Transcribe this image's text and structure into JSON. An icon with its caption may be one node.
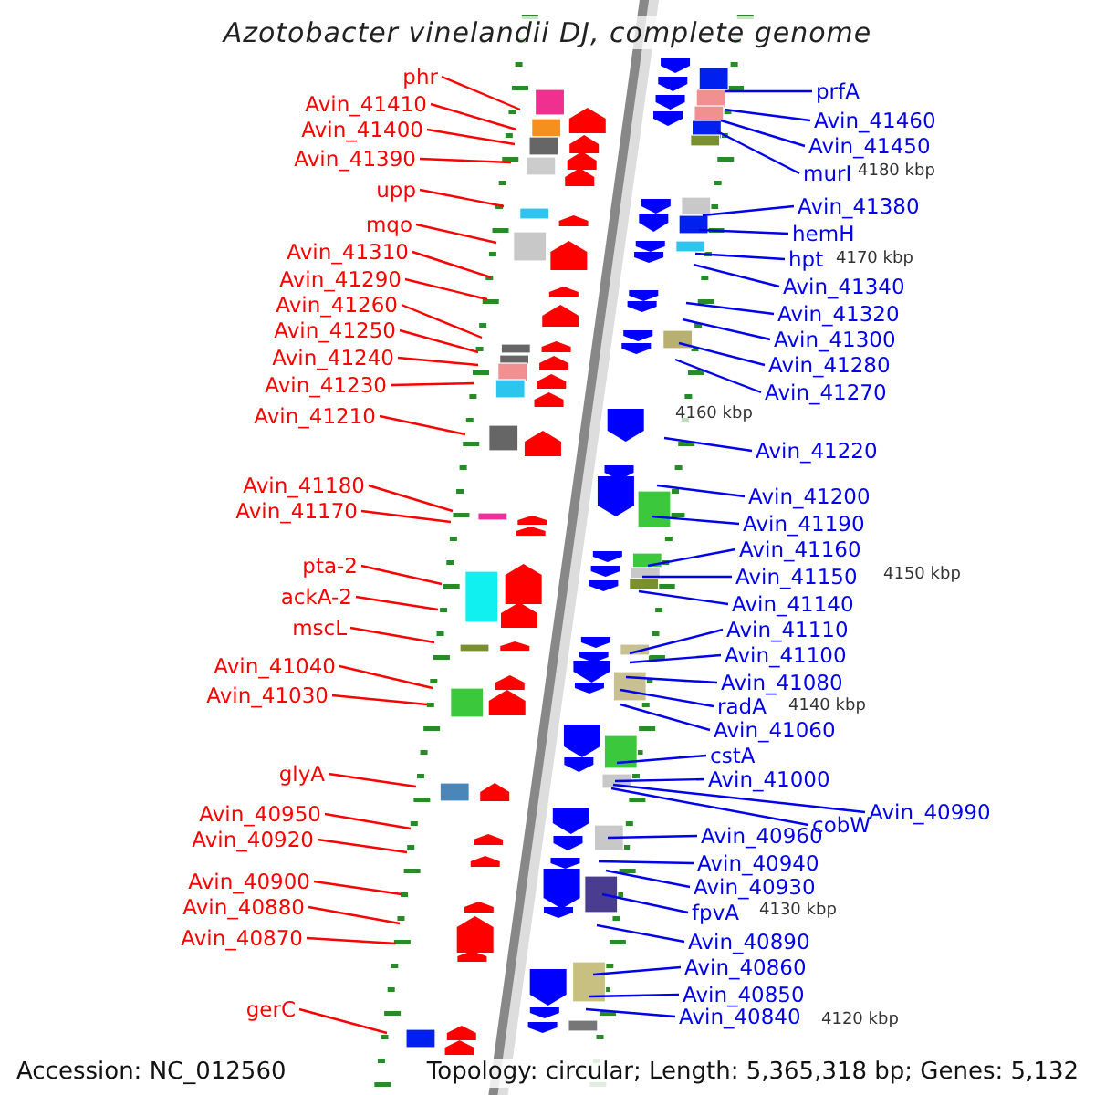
{
  "diagram": {
    "title": "Azotobacter vinelandii DJ, complete genome",
    "nodes": [
      {
        "text": [
          "phr"
        ]
      },
      {
        "text": [
          "Avin_41410"
        ]
      },
      {
        "text": [
          "Avin_41400"
        ]
      },
      {
        "text": [
          "Avin_41390"
        ]
      },
      {
        "text": [
          "upp"
        ]
      },
      {
        "text": [
          "mqo"
        ]
      },
      {
        "text": [
          "Avin_41310"
        ]
      },
      {
        "text": [
          "Avin_41290"
        ]
      },
      {
        "text": [
          "Avin_41260"
        ]
      },
      {
        "text": [
          "Avin_41250"
        ]
      },
      {
        "text": [
          "Avin_41240"
        ]
      },
      {
        "text": [
          "Avin_41230"
        ]
      },
      {
        "text": [
          "Avin_41210"
        ]
      },
      {
        "text": [
          "Avin_41180"
        ]
      },
      {
        "text": [
          "Avin_41170"
        ]
      },
      {
        "text": [
          "pta-2"
        ]
      },
      {
        "text": [
          "ackA-2"
        ]
      },
      {
        "text": [
          "mscL"
        ]
      },
      {
        "text": [
          "Avin_41040"
        ]
      },
      {
        "text": [
          "Avin_41030"
        ]
      },
      {
        "text": [
          "glyA"
        ]
      },
      {
        "text": [
          "Avin_40950"
        ]
      },
      {
        "text": [
          "Avin_40920"
        ]
      },
      {
        "text": [
          "Avin_40900"
        ]
      },
      {
        "text": [
          "Avin_40880"
        ]
      },
      {
        "text": [
          "Avin_40870"
        ]
      },
      {
        "text": [
          "gerC"
        ]
      },
      {
        "text": [
          "prfA"
        ]
      },
      {
        "text": [
          "Avin_41460"
        ]
      },
      {
        "text": [
          "Avin_41450"
        ]
      },
      {
        "text": [
          "murI"
        ]
      },
      {
        "text": [
          "Avin_41380"
        ]
      },
      {
        "text": [
          "hemH"
        ]
      },
      {
        "text": [
          "hpt"
        ]
      },
      {
        "text": [
          "Avin_41340"
        ]
      },
      {
        "text": [
          "Avin_41320"
        ]
      },
      {
        "text": [
          "Avin_41300"
        ]
      },
      {
        "text": [
          "Avin_41280"
        ]
      },
      {
        "text": [
          "Avin_41270"
        ]
      },
      {
        "text": [
          "Avin_41220"
        ]
      },
      {
        "text": [
          "Avin_41200"
        ]
      },
      {
        "text": [
          "Avin_41190"
        ]
      },
      {
        "text": [
          "Avin_41160"
        ]
      },
      {
        "text": [
          "Avin_41150"
        ]
      },
      {
        "text": [
          "Avin_41140"
        ]
      },
      {
        "text": [
          "Avin_41110"
        ]
      },
      {
        "text": [
          "Avin_41100"
        ]
      },
      {
        "text": [
          "Avin_41080"
        ]
      },
      {
        "text": [
          "radA"
        ]
      },
      {
        "text": [
          "Avin_41060"
        ]
      },
      {
        "text": [
          "cstA"
        ]
      },
      {
        "text": [
          "Avin_41000"
        ]
      },
      {
        "text": [
          "Avin_40990"
        ]
      },
      {
        "text": [
          "cobW"
        ]
      },
      {
        "text": [
          "Avin_40960"
        ]
      },
      {
        "text": [
          "Avin_40940"
        ]
      },
      {
        "text": [
          "Avin_40930"
        ]
      },
      {
        "text": [
          "fpvA"
        ]
      },
      {
        "text": [
          "Avin_40890"
        ]
      },
      {
        "text": [
          "Avin_40860"
        ]
      },
      {
        "text": [
          "Avin_40850"
        ]
      },
      {
        "text": [
          "Avin_40840"
        ]
      }
    ],
    "edges": [
      {
        "from": 0,
        "to": null,
        "arrow": "none",
        "color": "#ff0000"
      },
      {
        "from": 1,
        "to": null,
        "arrow": "none",
        "color": "#ff0000"
      },
      {
        "from": 2,
        "to": null,
        "arrow": "none",
        "color": "#ff0000"
      },
      {
        "from": 3,
        "to": null,
        "arrow": "none",
        "color": "#ff0000"
      },
      {
        "from": 4,
        "to": null,
        "arrow": "none",
        "color": "#ff0000"
      },
      {
        "from": 5,
        "to": null,
        "arrow": "none",
        "color": "#ff0000"
      },
      {
        "from": 6,
        "to": null,
        "arrow": "none",
        "color": "#ff0000"
      },
      {
        "from": 7,
        "to": null,
        "arrow": "none",
        "color": "#ff0000"
      },
      {
        "from": 8,
        "to": null,
        "arrow": "none",
        "color": "#ff0000"
      },
      {
        "from": 9,
        "to": null,
        "arrow": "none",
        "color": "#ff0000"
      },
      {
        "from": 10,
        "to": null,
        "arrow": "none",
        "color": "#ff0000"
      },
      {
        "from": 11,
        "to": null,
        "arrow": "none",
        "color": "#ff0000"
      },
      {
        "from": 12,
        "to": null,
        "arrow": "none",
        "color": "#ff0000"
      },
      {
        "from": 13,
        "to": null,
        "arrow": "none",
        "color": "#ff0000"
      },
      {
        "from": 14,
        "to": null,
        "arrow": "none",
        "color": "#ff0000"
      },
      {
        "from": 15,
        "to": null,
        "arrow": "none",
        "color": "#ff0000"
      },
      {
        "from": 16,
        "to": null,
        "arrow": "none",
        "color": "#ff0000"
      },
      {
        "from": 17,
        "to": null,
        "arrow": "none",
        "color": "#ff0000"
      },
      {
        "from": 18,
        "to": null,
        "arrow": "none",
        "color": "#ff0000"
      },
      {
        "from": 19,
        "to": null,
        "arrow": "none",
        "color": "#ff0000"
      },
      {
        "from": 20,
        "to": null,
        "arrow": "none",
        "color": "#ff0000"
      },
      {
        "from": 21,
        "to": null,
        "arrow": "none",
        "color": "#ff0000"
      },
      {
        "from": 22,
        "to": null,
        "arrow": "none",
        "color": "#ff0000"
      },
      {
        "from": 23,
        "to": null,
        "arrow": "none",
        "color": "#ff0000"
      },
      {
        "from": 24,
        "to": null,
        "arrow": "none",
        "color": "#ff0000"
      },
      {
        "from": 25,
        "to": null,
        "arrow": "none",
        "color": "#ff0000"
      },
      {
        "from": 26,
        "to": null,
        "arrow": "none",
        "color": "#ff0000"
      },
      {
        "from": 27,
        "to": null,
        "arrow": "none"
      },
      {
        "from": 28,
        "to": null,
        "arrow": "none"
      },
      {
        "from": 29,
        "to": null,
        "arrow": "none"
      },
      {
        "from": 30,
        "to": null,
        "arrow": "none"
      },
      {
        "from": 31,
        "to": null,
        "arrow": "none"
      },
      {
        "from": 32,
        "to": null,
        "arrow": "none"
      },
      {
        "from": 33,
        "to": null,
        "arrow": "none"
      },
      {
        "from": 34,
        "to": null,
        "arrow": "none"
      },
      {
        "from": 35,
        "to": null,
        "arrow": "none"
      },
      {
        "from": 36,
        "to": null,
        "arrow": "none"
      },
      {
        "from": 37,
        "to": null,
        "arrow": "none"
      },
      {
        "from": 38,
        "to": null,
        "arrow": "none"
      },
      {
        "from": 39,
        "to": null,
        "arrow": "none"
      },
      {
        "from": 40,
        "to": null,
        "arrow": "none"
      },
      {
        "from": 41,
        "to": null,
        "arrow": "none"
      },
      {
        "from": 42,
        "to": null,
        "arrow": "none"
      },
      {
        "from": 43,
        "to": null,
        "arrow": "none"
      },
      {
        "from": 44,
        "to": null,
        "arrow": "none"
      },
      {
        "from": 45,
        "to": null,
        "arrow": "none"
      },
      {
        "from": 46,
        "to": null,
        "arrow": "none"
      },
      {
        "from": 47,
        "to": null,
        "arrow": "none"
      },
      {
        "from": 48,
        "to": null,
        "arrow": "none"
      },
      {
        "from": 49,
        "to": null,
        "arrow": "none"
      },
      {
        "from": 50,
        "to": null,
        "arrow": "none"
      },
      {
        "from": 51,
        "to": null,
        "arrow": "none"
      },
      {
        "from": 52,
        "to": null,
        "arrow": "none"
      },
      {
        "from": 53,
        "to": null,
        "arrow": "none"
      },
      {
        "from": 54,
        "to": null,
        "arrow": "none"
      },
      {
        "from": 55,
        "to": null,
        "arrow": "none"
      },
      {
        "from": 56,
        "to": null,
        "arrow": "none"
      },
      {
        "from": 57,
        "to": null,
        "arrow": "none"
      },
      {
        "from": 58,
        "to": null,
        "arrow": "none"
      },
      {
        "from": 59,
        "to": null,
        "arrow": "none"
      },
      {
        "from": 60,
        "to": null,
        "arrow": "none"
      },
      {
        "from": 61,
        "to": null,
        "arrow": "none"
      }
    ],
    "labels": [
      "4180 kbp",
      "4170 kbp",
      "4160 kbp",
      "4150 kbp",
      "4140 kbp",
      "4130 kbp",
      "4120 kbp",
      "Accession: NC_012560",
      "Topology: circular; Length: 5,365,318 bp; Genes: 5,132"
    ]
  }
}
